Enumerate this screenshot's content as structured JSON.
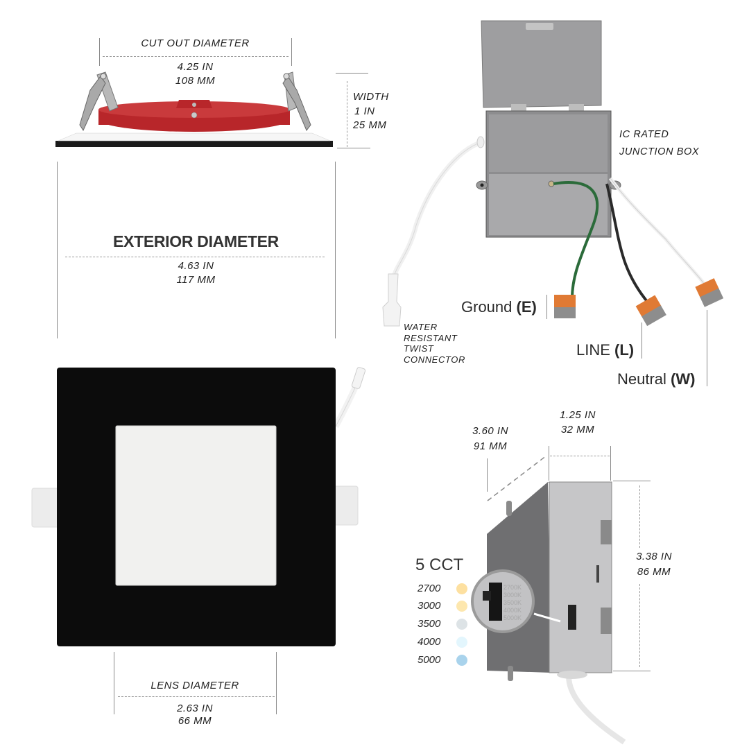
{
  "cutout": {
    "title": "CUT OUT DIAMETER",
    "inches": "4.25 IN",
    "mm": "108 MM"
  },
  "width_dim": {
    "title": "WIDTH",
    "inches": "1 IN",
    "mm": "25 MM"
  },
  "exterior": {
    "title": "EXTERIOR DIAMETER",
    "inches": "4.63 IN",
    "mm": "117 MM"
  },
  "lens": {
    "title": "LENS DIAMETER",
    "inches": "2.63 IN",
    "mm": "66 MM"
  },
  "junction_box": {
    "title_line1": "IC RATED",
    "title_line2": "JUNCTION BOX"
  },
  "connector": {
    "lines": [
      "WATER",
      "RESISTANT",
      "TWIST",
      "CONNECTOR"
    ]
  },
  "wires": {
    "ground": {
      "label": "Ground",
      "code": "(E)"
    },
    "line": {
      "label": "LINE",
      "code": "(L)"
    },
    "neutral": {
      "label": "Neutral",
      "code": "(W)"
    }
  },
  "box_dims": {
    "depth": {
      "inches": "3.60 IN",
      "mm": "91 MM"
    },
    "width": {
      "inches": "1.25 IN",
      "mm": "32 MM"
    },
    "height": {
      "inches": "3.38 IN",
      "mm": "86 MM"
    }
  },
  "cct": {
    "title": "5 CCT",
    "options": [
      {
        "value": "2700",
        "color": "#fde0a0"
      },
      {
        "value": "3000",
        "color": "#fde7ae"
      },
      {
        "value": "3500",
        "color": "#dde3e6"
      },
      {
        "value": "4000",
        "color": "#e3f6fd"
      },
      {
        "value": "5000",
        "color": "#a9d3ec"
      }
    ]
  }
}
